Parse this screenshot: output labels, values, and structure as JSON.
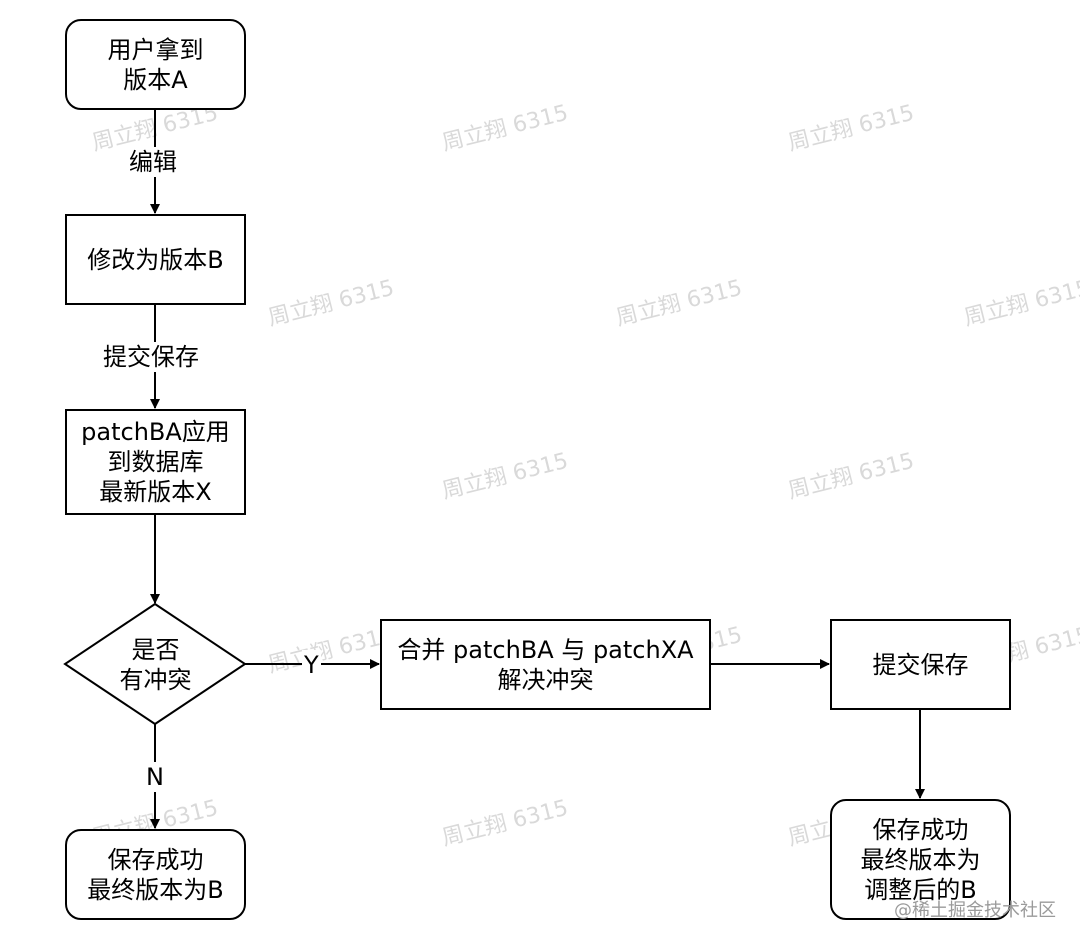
{
  "nodes": {
    "start": "用户拿到\n版本A",
    "modify": "修改为版本B",
    "apply": "patchBA应用\n到数据库\n最新版本X",
    "decision": "是否\n有冲突",
    "merge": "合并 patchBA 与 patchXA\n解决冲突",
    "submit2": "提交保存",
    "success_left": "保存成功\n最终版本为B",
    "success_right": "保存成功\n最终版本为\n调整后的B"
  },
  "edge_labels": {
    "edit": "编辑",
    "submit": "提交保存",
    "yes": "Y",
    "no": "N"
  },
  "watermark": "周立翔 6315",
  "credit": "@稀土掘金技术社区"
}
